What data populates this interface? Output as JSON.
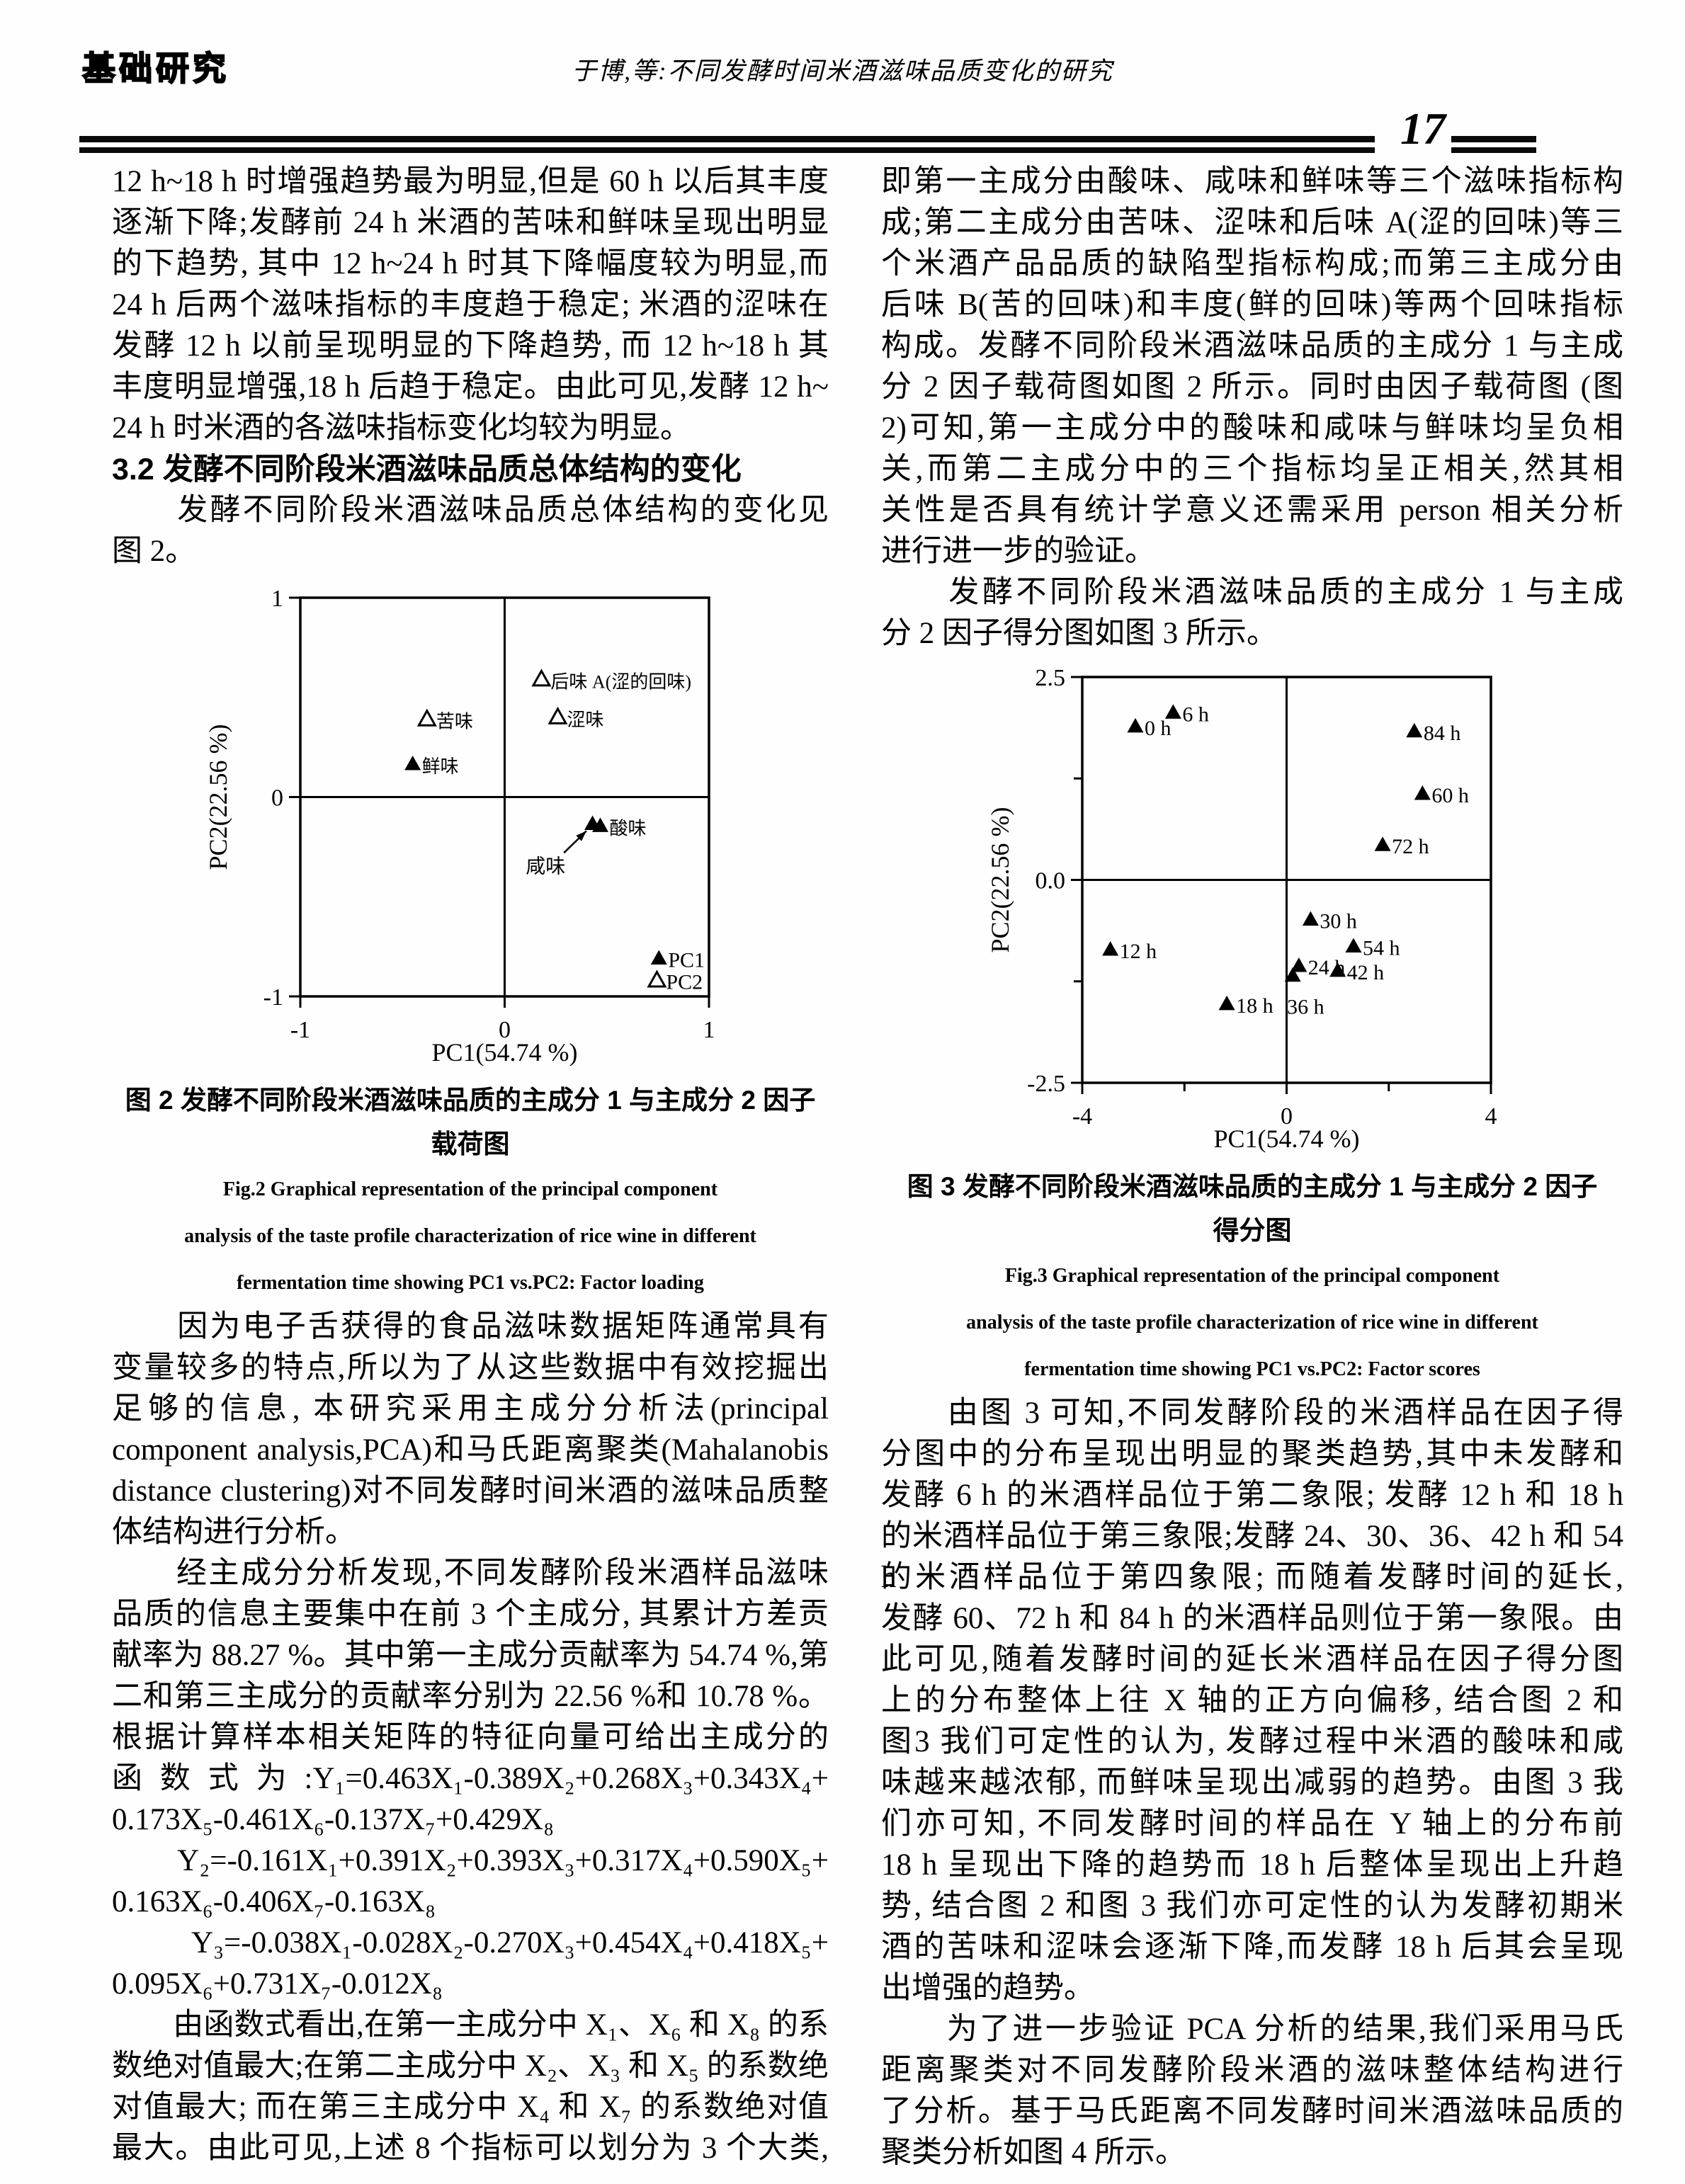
{
  "header": {
    "section_label": "基础研究",
    "running_title": "于博,等:不同发酵时间米酒滋味品质变化的研究",
    "page_number": "17"
  },
  "left_column": {
    "para1": [
      "12 h~18 h 时增强趋势最为明显,但是 60 h 以后其丰度",
      "逐渐下降;发酵前 24 h 米酒的苦味和鲜味呈现出明显",
      "的下趋势, 其中 12 h~24 h 时其下降幅度较为明显,而",
      "24 h 后两个滋味指标的丰度趋于稳定; 米酒的涩味在",
      "发酵 12 h 以前呈现明显的下降趋势, 而 12 h~18 h 其",
      "丰度明显增强,18 h 后趋于稳定。由此可见,发酵 12 h~",
      {
        "t": "24 h 时米酒的各滋味指标变化均较为明显。",
        "e": 1
      }
    ],
    "heading_32": [
      "3.2  发酵不同阶段米酒滋味品质总体结构的变化"
    ],
    "para2": [
      "　　发酵不同阶段米酒滋味品质总体结构的变化见",
      {
        "t": "图 2。",
        "e": 1
      }
    ],
    "fig2_caption_cn": [
      "图 2  发酵不同阶段米酒滋味品质的主成分 1 与主成分 2 因子",
      "载荷图"
    ],
    "fig2_caption_en": [
      "Fig.2  Graphical representation of the principal component",
      "analysis of the taste profile characterization of rice wine in different",
      "fermentation time showing PC1 vs.PC2: Factor loading"
    ],
    "para3": [
      "　　因为电子舌获得的食品滋味数据矩阵通常具有",
      "变量较多的特点,所以为了从这些数据中有效挖掘出",
      "足够的信息, 本研究采用主成分分析法(principal",
      "component analysis,PCA)和马氏距离聚类(Mahalanobis",
      "distance clustering)对不同发酵时间米酒的滋味品质整",
      {
        "t": "体结构进行分析。",
        "e": 1
      }
    ],
    "para4": [
      "　　经主成分分析发现,不同发酵阶段米酒样品滋味",
      "品质的信息主要集中在前 3 个主成分, 其累计方差贡",
      "献率为 88.27 %。其中第一主成分贡献率为 54.74 %,第",
      "二和第三主成分的贡献率分别为 22.56 %和 10.78 %。",
      "根据计算样本相关矩阵的特征向量可给出主成分的",
      "函数式为:Y₁=0.463X₁-0.389X₂+0.268X₃+0.343X₄+",
      {
        "t": "0.173X₅-0.461X₆-0.137X₇+0.429X₈",
        "e": 1
      },
      "　　Y₂=-0.161X₁+0.391X₂+0.393X₃+0.317X₄+0.590X₅+",
      {
        "t": "0.163X₆-0.406X₇-0.163X₈",
        "e": 1
      },
      "　　Y₃=-0.038X₁-0.028X₂-0.270X₃+0.454X₄+0.418X₅+",
      {
        "t": "0.095X₆+0.731X₇-0.012X₈",
        "e": 1
      }
    ],
    "para5": [
      "　　由函数式看出,在第一主成分中 X₁、X₆ 和 X₈ 的系",
      "数绝对值最大;在第二主成分中 X₂、X₃ 和 X₅ 的系数绝",
      "对值最大; 而在第三主成分中 X₄ 和 X₇ 的系数绝对值",
      "最大。由此可见,上述 8 个指标可以划分为 3 个大类,"
    ]
  },
  "right_column": {
    "para1": [
      "即第一主成分由酸味、咸味和鲜味等三个滋味指标构",
      "成;第二主成分由苦味、涩味和后味 A(涩的回味)等三",
      "个米酒产品品质的缺陷型指标构成;而第三主成分由",
      "后味 B(苦的回味)和丰度(鲜的回味)等两个回味指标",
      "构成。发酵不同阶段米酒滋味品质的主成分 1 与主成",
      "分 2 因子载荷图如图 2 所示。同时由因子载荷图 (图",
      "2)可知,第一主成分中的酸味和咸味与鲜味均呈负相",
      "关,而第二主成分中的三个指标均呈正相关,然其相",
      "关性是否具有统计学意义还需采用 person 相关分析",
      {
        "t": "进行进一步的验证。",
        "e": 1
      }
    ],
    "para2": [
      "　　发酵不同阶段米酒滋味品质的主成分 1 与主成",
      {
        "t": "分 2 因子得分图如图 3 所示。",
        "e": 1
      }
    ],
    "fig3_caption_cn": [
      "图 3  发酵不同阶段米酒滋味品质的主成分 1 与主成分 2 因子",
      "得分图"
    ],
    "fig3_caption_en": [
      "Fig.3  Graphical representation of the principal component",
      "analysis of the taste profile characterization of rice wine in different",
      "fermentation time showing PC1 vs.PC2: Factor scores"
    ],
    "para3": [
      "　　由图 3 可知,不同发酵阶段的米酒样品在因子得",
      "分图中的分布呈现出明显的聚类趋势,其中未发酵和",
      "发酵 6 h 的米酒样品位于第二象限; 发酵 12 h 和 18 h",
      "的米酒样品位于第三象限;发酵 24、30、36、42 h 和 54 h",
      "的米酒样品位于第四象限; 而随着发酵时间的延长,",
      "发酵 60、72 h 和 84 h 的米酒样品则位于第一象限。由",
      "此可见,随着发酵时间的延长米酒样品在因子得分图",
      "上的分布整体上往 X 轴的正方向偏移, 结合图 2 和",
      "图3 我们可定性的认为, 发酵过程中米酒的酸味和咸",
      "味越来越浓郁, 而鲜味呈现出减弱的趋势。由图 3 我",
      "们亦可知, 不同发酵时间的样品在 Y 轴上的分布前",
      "18 h 呈现出下降的趋势而 18 h 后整体呈现出上升趋",
      "势, 结合图 2 和图 3 我们亦可定性的认为发酵初期米",
      "酒的苦味和涩味会逐渐下降,而发酵 18 h 后其会呈现",
      {
        "t": "出增强的趋势。",
        "e": 1
      }
    ],
    "para4": [
      "　　为了进一步验证 PCA 分析的结果,我们采用马氏",
      "距离聚类对不同发酵阶段米酒的滋味整体结构进行",
      "了分析。基于马氏距离不同发酵时间米酒滋味品质的",
      {
        "t": "聚类分析如图 4 所示。",
        "e": 1
      }
    ]
  },
  "chart_data": [
    {
      "type": "scatter",
      "title": "发酵不同阶段米酒滋味品质的主成分1与主成分2因子载荷图",
      "xlabel": "PC1(54.74 %)",
      "ylabel": "PC2(22.56 %)",
      "xlim": [
        -1,
        1
      ],
      "ylim": [
        -1,
        1
      ],
      "xticks": [
        {
          "v": -1,
          "l": "-1"
        },
        {
          "v": 0,
          "l": "0"
        },
        {
          "v": 1,
          "l": "1"
        }
      ],
      "yticks": [
        {
          "v": 1,
          "l": "1"
        },
        {
          "v": 0,
          "l": "0"
        },
        {
          "v": -1,
          "l": "-1"
        }
      ],
      "xminor": [],
      "yminor": [],
      "quadrants": true,
      "label_font": 26,
      "points": [
        {
          "x": 0.18,
          "y": 0.59,
          "m": "open",
          "label": "后味 A(涩的回味)"
        },
        {
          "x": -0.38,
          "y": 0.39,
          "m": "open",
          "label": "苦味"
        },
        {
          "x": 0.26,
          "y": 0.4,
          "m": "open",
          "label": "涩味"
        },
        {
          "x": -0.45,
          "y": 0.165,
          "m": "filled",
          "label": "鲜味"
        },
        {
          "x": 0.43,
          "y": -0.135,
          "m": "filled",
          "label": ""
        },
        {
          "x": 0.468,
          "y": -0.145,
          "m": "filled",
          "label": "酸味"
        },
        {
          "x": 0.755,
          "y": -0.81,
          "m": "filled",
          "label": "PC1",
          "fs": 30
        },
        {
          "x": 0.745,
          "y": -0.92,
          "m": "open",
          "label": "PC2",
          "fs": 30
        }
      ],
      "annotations": [
        {
          "text": "咸味",
          "tx": 0.2,
          "ty": -0.38,
          "fx": 0.29,
          "fy": -0.28,
          "ax": 0.4,
          "ay": -0.17
        }
      ]
    },
    {
      "type": "scatter",
      "title": "发酵不同阶段米酒滋味品质的主成分1与主成分2因子得分图",
      "xlabel": "PC1(54.74 %)",
      "ylabel": "PC2(22.56 %)",
      "xlim": [
        -4,
        4
      ],
      "ylim": [
        -2.5,
        2.5
      ],
      "xticks": [
        {
          "v": -4,
          "l": "-4"
        },
        {
          "v": 0,
          "l": "0"
        },
        {
          "v": 4,
          "l": "4"
        }
      ],
      "yticks": [
        {
          "v": 2.5,
          "l": "2.5"
        },
        {
          "v": 0,
          "l": "0.0"
        },
        {
          "v": -2.5,
          "l": "-2.5"
        }
      ],
      "xminor": [
        -2,
        2
      ],
      "yminor": [
        1.25,
        -1.25
      ],
      "quadrants": true,
      "label_font": 30,
      "points": [
        {
          "x": -2.96,
          "y": 1.89,
          "m": "filled",
          "label": "0 h"
        },
        {
          "x": -2.22,
          "y": 2.06,
          "m": "filled",
          "label": "6 h"
        },
        {
          "x": 2.5,
          "y": 1.83,
          "m": "filled",
          "label": "84 h"
        },
        {
          "x": 2.66,
          "y": 1.06,
          "m": "filled",
          "label": "60 h"
        },
        {
          "x": 1.88,
          "y": 0.43,
          "m": "filled",
          "label": "72 h"
        },
        {
          "x": 0.47,
          "y": -0.49,
          "m": "filled",
          "label": "30 h"
        },
        {
          "x": 1.31,
          "y": -0.82,
          "m": "filled",
          "label": "54 h"
        },
        {
          "x": -3.45,
          "y": -0.86,
          "m": "filled",
          "label": "12 h"
        },
        {
          "x": 0.24,
          "y": -1.06,
          "m": "filled",
          "label": "24 h"
        },
        {
          "x": 1.0,
          "y": -1.12,
          "m": "filled",
          "label": "42 h"
        },
        {
          "x": 0.12,
          "y": -1.18,
          "m": "filled",
          "label": "36 h",
          "lpos": "below"
        },
        {
          "x": -1.17,
          "y": -1.53,
          "m": "filled",
          "label": "18 h"
        }
      ],
      "annotations": []
    }
  ]
}
